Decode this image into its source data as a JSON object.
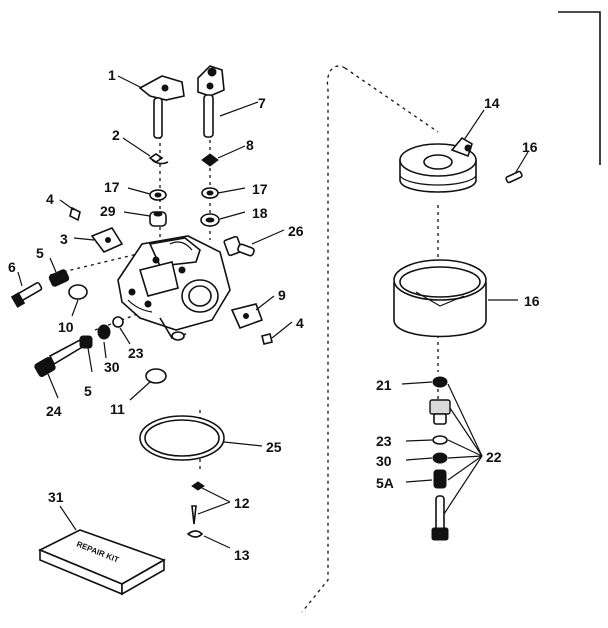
{
  "callouts": [
    {
      "id": "c1",
      "text": "1"
    },
    {
      "id": "c2",
      "text": "2"
    },
    {
      "id": "c3",
      "text": "3"
    },
    {
      "id": "c4a",
      "text": "4"
    },
    {
      "id": "c4b",
      "text": "4"
    },
    {
      "id": "c5a",
      "text": "5"
    },
    {
      "id": "c5b",
      "text": "5"
    },
    {
      "id": "c6",
      "text": "6"
    },
    {
      "id": "c7",
      "text": "7"
    },
    {
      "id": "c8",
      "text": "8"
    },
    {
      "id": "c9",
      "text": "9"
    },
    {
      "id": "c10",
      "text": "10"
    },
    {
      "id": "c11",
      "text": "11"
    },
    {
      "id": "c12",
      "text": "12"
    },
    {
      "id": "c13",
      "text": "13"
    },
    {
      "id": "c14",
      "text": "14"
    },
    {
      "id": "c16a",
      "text": "16"
    },
    {
      "id": "c16b",
      "text": "16"
    },
    {
      "id": "c17a",
      "text": "17"
    },
    {
      "id": "c17b",
      "text": "17"
    },
    {
      "id": "c18",
      "text": "18"
    },
    {
      "id": "c21",
      "text": "21"
    },
    {
      "id": "c22",
      "text": "22"
    },
    {
      "id": "c23a",
      "text": "23"
    },
    {
      "id": "c23b",
      "text": "23"
    },
    {
      "id": "c24",
      "text": "24"
    },
    {
      "id": "c25",
      "text": "25"
    },
    {
      "id": "c26",
      "text": "26"
    },
    {
      "id": "c29",
      "text": "29"
    },
    {
      "id": "c30a",
      "text": "30"
    },
    {
      "id": "c30b",
      "text": "30"
    },
    {
      "id": "c31",
      "text": "31"
    },
    {
      "id": "c5A",
      "text": "5A"
    }
  ],
  "repair_kit": {
    "label": "REPAIR KIT"
  }
}
